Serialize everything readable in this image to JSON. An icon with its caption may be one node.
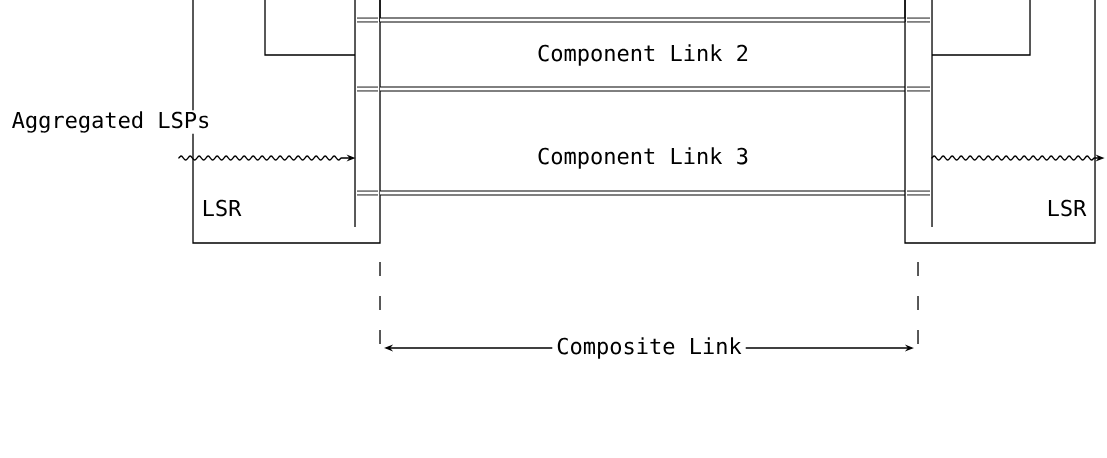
{
  "diagram": {
    "nodes": [
      {
        "text": [
          "LSR"
        ]
      },
      {
        "text": [
          "Component Link 2"
        ]
      },
      {
        "text": [
          "Component Link 3"
        ]
      },
      {
        "text": [
          "LSR"
        ]
      }
    ],
    "edges": [
      {
        "from": null,
        "to": 0,
        "arrow": "to",
        "label": "Aggregated LSPs"
      },
      {
        "from": 3,
        "to": null,
        "arrow": "to"
      }
    ],
    "labels": [
      "Composite Link"
    ]
  }
}
